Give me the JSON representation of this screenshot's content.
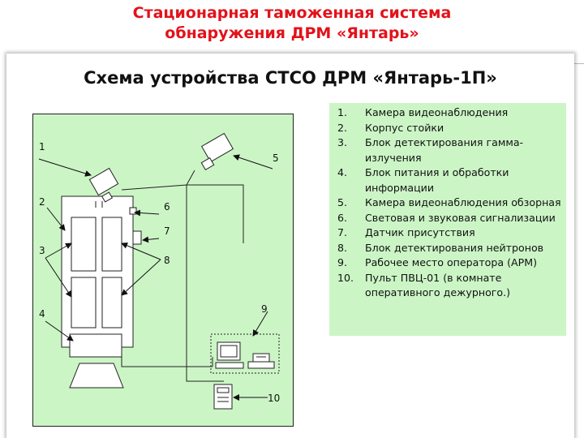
{
  "slide": {
    "title_line1": "Стационарная таможенная система",
    "title_line2": "обнаружения ДРМ «Янтарь»",
    "title_color": "#e3121a"
  },
  "scheme": {
    "title": "Схема устройства  СТСО ДРМ «Янтарь-1П»",
    "background_color": "#ccf5c6"
  },
  "legend": {
    "items": [
      {
        "num": "1.",
        "text": "Камера видеонаблюдения"
      },
      {
        "num": "2.",
        "text": "Корпус стойки"
      },
      {
        "num": "3.",
        "text": "Блок детектирования гамма-излучения"
      },
      {
        "num": "4.",
        "text": "Блок питания и обработки информации"
      },
      {
        "num": "5.",
        "text": "Камера видеонаблюдения обзорная"
      },
      {
        "num": "6.",
        "text": "Световая и звуковая сигнализации"
      },
      {
        "num": "7.",
        "text": "Датчик присутствия"
      },
      {
        "num": "8.",
        "text": "Блок детектирования нейтронов"
      },
      {
        "num": "9.",
        "text": "Рабочее место оператора (АРМ)"
      },
      {
        "num": "10.",
        "text": "Пульт ПВЦ-01  (в комнате оперативного дежурного.)"
      }
    ]
  },
  "callouts": {
    "c1": "1",
    "c2": "2",
    "c3": "3",
    "c4": "4",
    "c5": "5",
    "c6": "6",
    "c7": "7",
    "c8": "8",
    "c9": "9",
    "c10": "10"
  },
  "icons": {
    "camera": "camera-icon",
    "computer": "computer-icon",
    "printer": "printer-icon",
    "remote": "remote-control-icon"
  }
}
